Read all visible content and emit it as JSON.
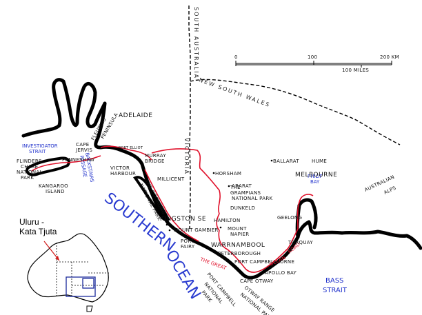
{
  "labels": {
    "adelaide": "ADELAIDE",
    "investigator_strait": [
      "INVESTIGATOR",
      "STRAIT"
    ],
    "flinders_chase": [
      "FLINDERS",
      "CHASE",
      "NATIONAL",
      "PARK"
    ],
    "penneshaw": "PENNESHAW",
    "cape_jervis": [
      "CAPE",
      "JERVIS"
    ],
    "backstairs_passage": [
      "BACKSTAIRS",
      "PASSAGE"
    ],
    "fleurieu_peninsula": [
      "FLEURIEU",
      "PENINSULA"
    ],
    "port_elliot": "PORT ELLIOT",
    "victor_harbour": [
      "VICTOR",
      "HARBOUR"
    ],
    "kangaroo_island": [
      "KANGAROO",
      "ISLAND"
    ],
    "murray_bridge": [
      "MURRAY",
      "BRIDGE"
    ],
    "millicent": "MILLICENT",
    "coorong": [
      "THE COORONG",
      "NATIONAL PARK"
    ],
    "kingston_se": "KINGSTON SE",
    "mount_gambier": "MOUNT GAMBIER",
    "port_fairy": [
      "PORT",
      "FAIRY"
    ],
    "horsham": "HORSHAM",
    "ararat": "ARARAT",
    "grampians": [
      "THE",
      "GRAMPIANS",
      "NATIONAL PARK"
    ],
    "dunkeld": "DUNKELD",
    "hamilton": "HAMILTON",
    "mount_napier": [
      "MOUNT",
      "NAPIER"
    ],
    "warrnambool": "WARRNAMBOOL",
    "peterborough": "PETERBOROUGH",
    "port_campbell": "PORT CAMPBELL",
    "port_campbell_np": [
      "PORT CAMPBELL",
      "NATIONAL",
      "PARK"
    ],
    "cape_otway": "CAPE OTWAY",
    "otway_range_np": [
      "OTWAY RANGE",
      "NATIONAL PARK"
    ],
    "apollo_bay": "APOLLO BAY",
    "lorne": "LORNE",
    "torquay": "TORQUAY",
    "geelong": "GEELONG",
    "ballarat": "BALLARAT",
    "hume": "HUME",
    "melbourne": "MELBOURNE",
    "philip_bay": [
      "PHILIP",
      "BAY"
    ],
    "australian_alps": [
      "AUSTRALIAN",
      "ALPS"
    ],
    "bass_strait": [
      "BASS",
      "STRAIT"
    ],
    "southern_ocean_1": "SOUTHERN",
    "southern_ocean_2": "OCEAN",
    "great_ocean_road": [
      "THE GREAT",
      "OCEAN",
      "ROAD"
    ],
    "state_south_australia": "SOUTH AUSTRALIA",
    "state_victoria": "VICTORIA",
    "state_nsw": "NEW SOUTH WALES"
  },
  "scale": {
    "ticks": [
      "0",
      "100",
      "200 KM"
    ],
    "miles_label": "100 MILES"
  },
  "inset": {
    "label_lines": [
      "Uluru -",
      "Kata Tjuta"
    ]
  },
  "colors": {
    "coast": "#000000",
    "route": "#e0102a",
    "sea_text": "#2a3bd0",
    "inset_box": "#1a2a9a",
    "inset_arrow": "#d01818"
  }
}
